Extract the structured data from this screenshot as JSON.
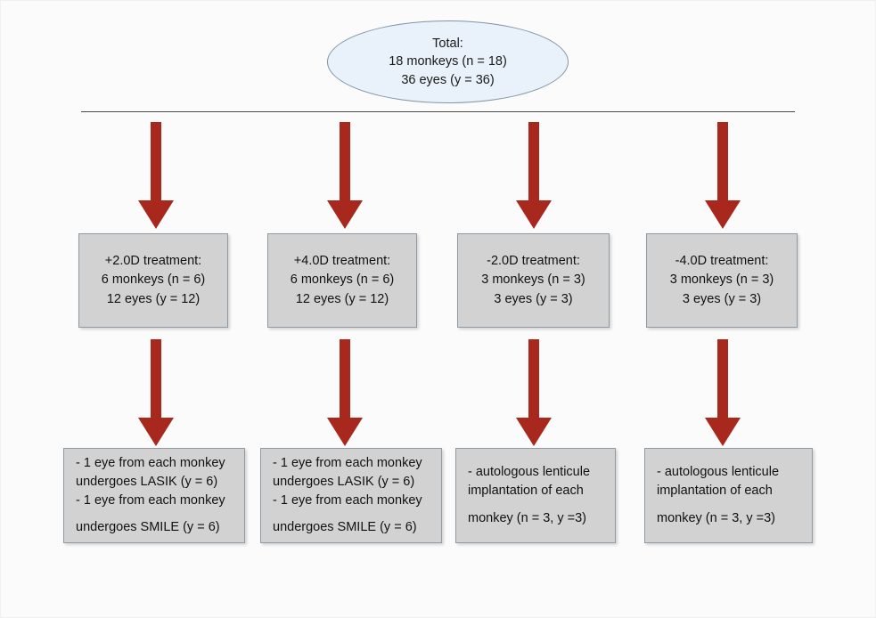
{
  "diagram": {
    "title_node": {
      "name": "total-node",
      "lines": [
        "Total:",
        "18 monkeys (n = 18)",
        "36 eyes (y = 36)"
      ]
    },
    "colors": {
      "arrow": "#a8281e",
      "box_fill": "#d2d2d2",
      "box_border": "#8f9aa3",
      "ellipse_fill": "#e9f2fa",
      "ellipse_border": "#7f95a5",
      "rule": "#4a4a4a",
      "page_background": "#fbfbfb"
    },
    "treatment_groups": [
      {
        "name": "treatment-plus-2d",
        "lines": [
          "+2.0D treatment:",
          "6 monkeys (n = 6)",
          "12 eyes (y = 12)"
        ]
      },
      {
        "name": "treatment-plus-4d",
        "lines": [
          "+4.0D treatment:",
          "6 monkeys (n = 6)",
          "12 eyes (y = 12)"
        ]
      },
      {
        "name": "treatment-minus-2d",
        "lines": [
          "-2.0D treatment:",
          "3 monkeys (n = 3)",
          "3 eyes (y = 3)"
        ]
      },
      {
        "name": "treatment-minus-4d",
        "lines": [
          "-4.0D treatment:",
          "3 monkeys (n = 3)",
          "3 eyes (y = 3)"
        ]
      }
    ],
    "procedure_groups": [
      {
        "name": "procedure-lasik-smile-plus-2d",
        "lines": [
          "- 1 eye from each monkey",
          "undergoes LASIK (y = 6)",
          "- 1 eye from each monkey",
          "undergoes SMILE (y = 6)"
        ]
      },
      {
        "name": "procedure-lasik-smile-plus-4d",
        "lines": [
          "- 1 eye from each monkey",
          "undergoes LASIK (y = 6)",
          "- 1 eye from each monkey",
          "undergoes SMILE (y = 6)"
        ]
      },
      {
        "name": "procedure-lenticule-minus-2d",
        "lines": [
          "- autologous lenticule",
          "implantation of each",
          "monkey (n = 3, y =3)"
        ]
      },
      {
        "name": "procedure-lenticule-minus-4d",
        "lines": [
          "- autologous lenticule",
          "implantation of each",
          "monkey (n = 3, y =3)"
        ]
      }
    ],
    "arrows": {
      "row1_label": "down-arrow",
      "row2_label": "down-arrow"
    }
  }
}
